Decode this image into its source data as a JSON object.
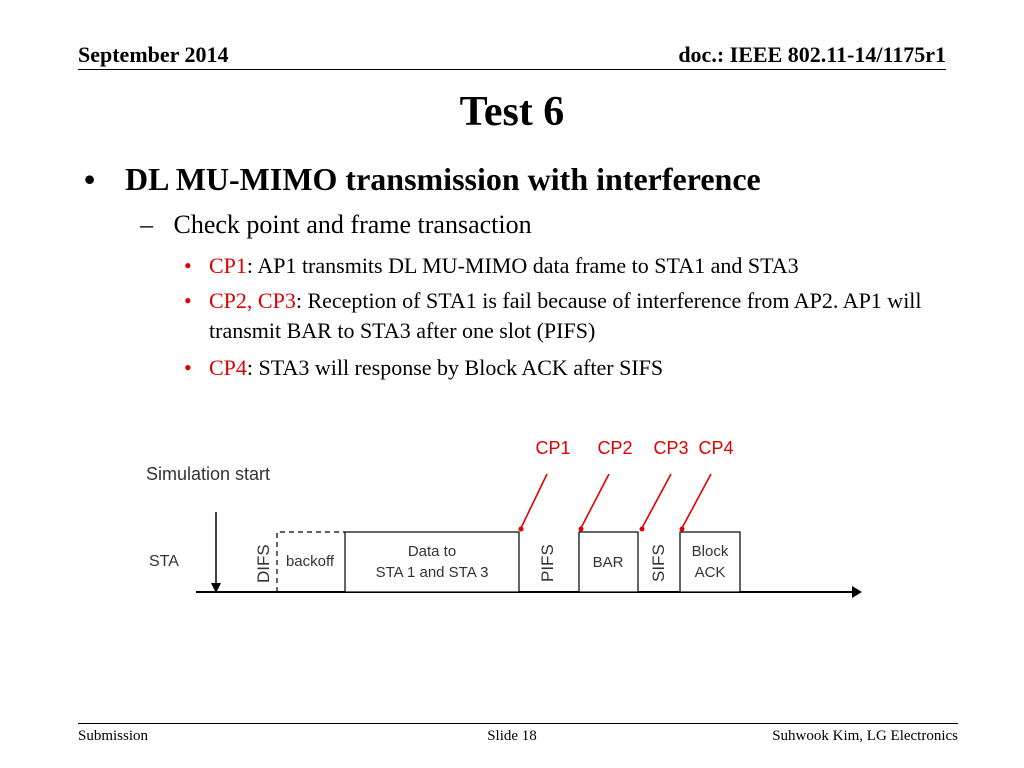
{
  "header": {
    "date": "September 2014",
    "doc_id": "doc.: IEEE 802.11-14/1175r1"
  },
  "title": "Test 6",
  "bullet1": {
    "marker": "•",
    "text": "DL MU-MIMO transmission with interference"
  },
  "bullet2": {
    "marker": "–",
    "text": "Check point and frame transaction"
  },
  "items": [
    {
      "marker": "•",
      "label": "CP1",
      "text": ": AP1 transmits DL MU-MIMO data frame to STA1 and STA3"
    },
    {
      "marker": "•",
      "label": "CP2, CP3",
      "text": ": Reception of STA1 is fail because of interference from AP2. AP1 will transmit BAR to STA3 after one slot (PIFS)"
    },
    {
      "marker": "•",
      "label": "CP4",
      "text": ": STA3 will response by Block ACK after SIFS"
    }
  ],
  "diagram": {
    "start_label": "Simulation start",
    "row_label": "STA",
    "difs": "DIFS",
    "backoff": "backoff",
    "data_line1": "Data to",
    "data_line2": "STA 1 and STA 3",
    "pifs": "PIFS",
    "bar": "BAR",
    "sifs": "SIFS",
    "back_line1": "Block",
    "back_line2": "ACK",
    "cp1": "CP1",
    "cp2": "CP2",
    "cp3": "CP3",
    "cp4": "CP4",
    "accent": "#e00000"
  },
  "footer": {
    "left": "Submission",
    "center": "Slide 18",
    "right": "Suhwook Kim, LG Electronics"
  }
}
